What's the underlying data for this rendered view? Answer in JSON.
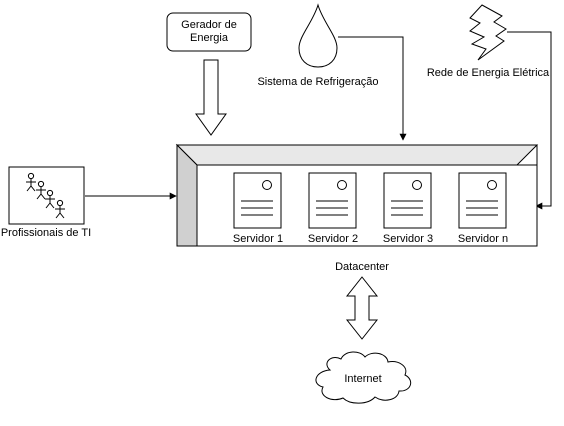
{
  "nodes": {
    "generator": "Gerador de Energia",
    "cooling": "Sistema de Refrigeração",
    "power_grid": "Rede de Energia Elétrica",
    "it_staff": "Profissionais de TI",
    "datacenter": "Datacenter",
    "internet": "Internet"
  },
  "servers": [
    {
      "label": "Servidor 1"
    },
    {
      "label": "Servidor 2"
    },
    {
      "label": "Servidor 3"
    },
    {
      "label": "Servidor n"
    }
  ]
}
